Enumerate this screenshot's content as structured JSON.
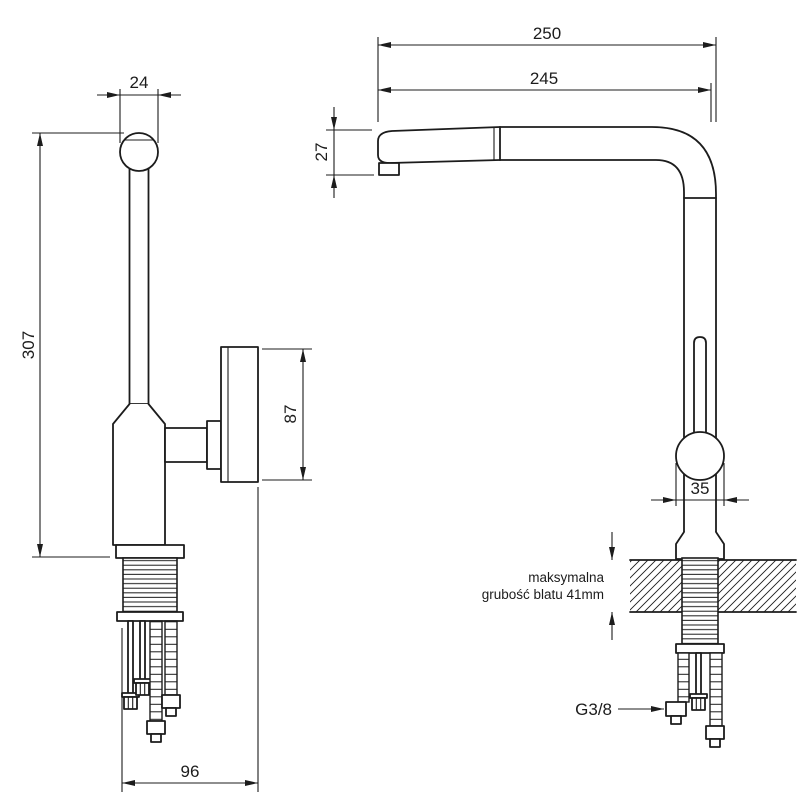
{
  "drawing": {
    "background_color": "#ffffff",
    "line_color": "#1c1c1c",
    "front_view": {
      "dim_spout_head": "24",
      "dim_total_height": "307",
      "dim_handle_height": "87",
      "dim_under_counter_width": "96"
    },
    "side_view": {
      "dim_total_reach": "250",
      "dim_spout_reach": "245",
      "dim_spout_height": "27",
      "dim_body_diameter": "35",
      "counter_note_line1": "maksymalna",
      "counter_note_line2": "grubość blatu 41mm",
      "thread_size_label": "G3/8"
    }
  }
}
